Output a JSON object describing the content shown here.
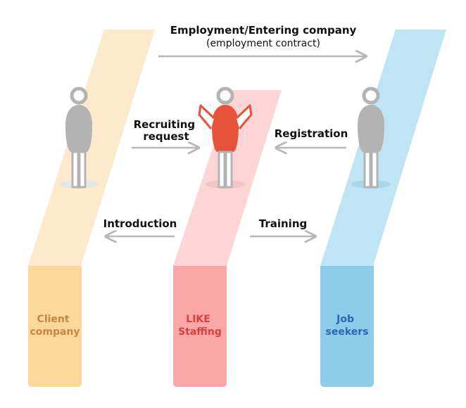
{
  "top_label": {
    "title": "Employment/Entering company",
    "subtitle": "(employment contract)"
  },
  "arrows": {
    "recruiting_line1": "Recruiting",
    "recruiting_line2": "request",
    "registration": "Registration",
    "introduction": "Introduction",
    "training": "Training"
  },
  "columns": {
    "client": {
      "line1": "Client",
      "line2": "company"
    },
    "like": {
      "line1": "LIKE",
      "line2": "Staffing"
    },
    "job": {
      "line1": "Job",
      "line2": "seekers"
    }
  },
  "colors": {
    "client_band": "#fde9cc",
    "client_box": "#fbd79a",
    "client_text": "#c08a45",
    "like_band": "#fdd5d5",
    "like_box": "#fba7a7",
    "like_text": "#d9413e",
    "job_band": "#bfe4f3",
    "job_box": "#8ecde9",
    "job_text": "#2f63b5",
    "person_gray": "#b3b3b3",
    "person_red": "#e8523a",
    "arrow_gray": "#b8b8b8"
  }
}
